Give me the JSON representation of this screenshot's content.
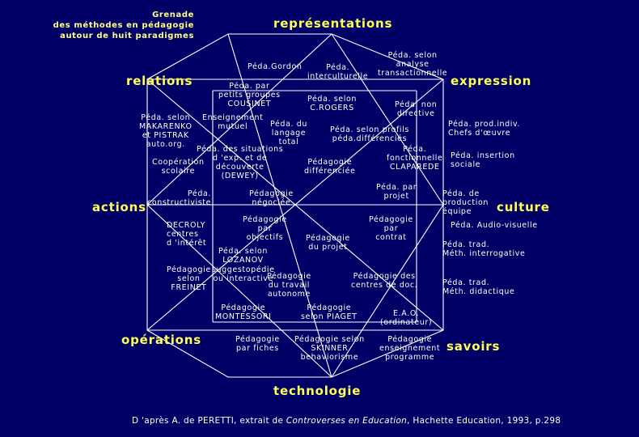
{
  "title": "Grenade\ndes méthodes en pédagogie\nautour de huit paradigmes",
  "vertices": {
    "representations": "représentations",
    "relations": "relations",
    "expression": "expression",
    "actions": "actions",
    "culture": "culture",
    "operations": "opérations",
    "savoirs": "savoirs",
    "technologie": "technologie"
  },
  "methods": {
    "gordon": "Péda.Gordon",
    "interculturelle": "Péda.\ninterculturelle",
    "analyse": "Péda. selon\nanalyse\ntransactionnelle",
    "petits_groupes": "Péda. par\npetits groupes\nCOUSINET",
    "rogers": "Péda. selon\nC.ROGERS",
    "non_directive": "Péda. non\ndirective",
    "makarenko": "Péda. selon\nMAKARENKO\net PISTRAK\nauto.org.",
    "enseignement": "Enseignement\nmutuel",
    "langage": "Péda. du\nlangage\ntotal",
    "profils": "Péda. selon profils\npéda.différenciés",
    "prod_indiv": "Péda. prod.indiv.\nChefs d'œuvre",
    "situations": "Péda. des situations\nd 'exp. et de\ndécouverte\n(DEWEY)",
    "cooperation": "Coopération\nscolaire",
    "differenciee": "Pédagogie\ndifférenciée",
    "fonctionnelle": "Péda.\nfonctionnelle\nCLAPAREDE",
    "insertion": "Péda. insertion\nsociale",
    "constructiviste": "Péda.\nconstructiviste",
    "negociee": "Pédagogie\nnégociée",
    "projet_par": "Péda. par\nprojet",
    "production": "Péda. de\nproduction\néquipe",
    "audio": "Péda. Audio-visuelle",
    "decroly": "DECROLY\ncentres\nd 'intérêt",
    "objectifs": "Pédagogie\npar\nobjectifs",
    "du_projet": "Pédagogie\ndu projet",
    "contrat": "Pédagogie\npar\ncontrat",
    "lozanov": "Péda. selon\nLOZANOV",
    "interrogative": "Péda. trad.\nMéth. interrogative",
    "freinet": "Pédagogie\nselon\nFREINET",
    "suggesto": "suggestopédie\nou interactive",
    "travail": "Pédagogie\ndu travail\nautonome",
    "centres_doc": "Pédagogie des\ncentres de doc.",
    "didactique": "Péda. trad.\nMéth. didactique",
    "montessori": "Pédagogie\nMONTESSORI",
    "piaget": "Pédagogie\nselon PIAGET",
    "eao": "E.A.O.\n(ordinateur)",
    "fiches": "Pédagogie\npar fiches",
    "skinner": "Pédagogie selon\nSKINNER\nbehaviorisme",
    "programme": "Pédagogie\nenseignement\nprogramme"
  },
  "credit": {
    "prefix": "D 'après A. de PERETTI, extrait de ",
    "work": "Controverses en Education",
    "suffix": ", Hachette Education, 1993, p.298"
  },
  "colors": {
    "background": "#000066",
    "lines": "#ffffff",
    "vertex_labels": "#ffff55",
    "text": "#fffff0"
  }
}
